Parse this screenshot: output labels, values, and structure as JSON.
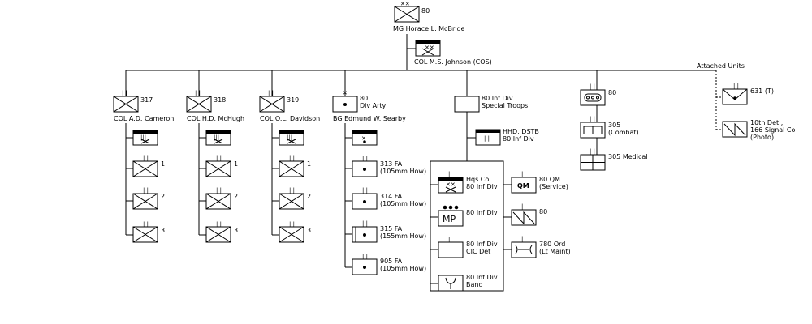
{
  "division": {
    "number": "80",
    "commander": "MG Horace L. McBride",
    "chief_of_staff": "COL M.S. Johnson (COS)"
  },
  "attached_label": "Attached Units",
  "regiments": [
    {
      "number": "317",
      "commander": "COL A.D. Cameron",
      "battalions": [
        "1",
        "2",
        "3"
      ]
    },
    {
      "number": "318",
      "commander": "COL H.D. McHugh",
      "battalions": [
        "1",
        "2",
        "3"
      ]
    },
    {
      "number": "319",
      "commander": "COL O.L. Davidson",
      "battalions": [
        "1",
        "2",
        "3"
      ]
    }
  ],
  "artillery": {
    "label_line1": "80",
    "label_line2": "Div Arty",
    "commander": "BG Edmund W. Searby",
    "battalions": [
      {
        "line1": "313 FA",
        "line2": "(105mm How)"
      },
      {
        "line1": "314 FA",
        "line2": "(105mm How)"
      },
      {
        "line1": "315 FA",
        "line2": "(155mm How)"
      },
      {
        "line1": "905 FA",
        "line2": "(105mm How)"
      }
    ]
  },
  "special_troops": {
    "line1": "80 Inf Div",
    "line2": "Special Troops",
    "hhd_line1": "HHD, DSTB",
    "hhd_line2": "80 Inf Div",
    "mp_symbol": "MP",
    "qm_symbol": "QM",
    "left_units": [
      {
        "line1": "Hqs Co",
        "line2": "80 Inf Div"
      },
      {
        "line1": "80 Inf Div",
        "line2": ""
      },
      {
        "line1": "80 Inf Div",
        "line2": "CIC Det"
      },
      {
        "line1": "80 Inf Div",
        "line2": "Band"
      }
    ],
    "right_units": [
      {
        "line1": "80 QM",
        "line2": "(Service)"
      },
      {
        "line1": "80",
        "line2": ""
      },
      {
        "line1": "780 Ord",
        "line2": "(Lt Maint)"
      }
    ]
  },
  "separate_battalions": [
    {
      "line1": "80",
      "line2": ""
    },
    {
      "line1": "305",
      "line2": "(Combat)"
    },
    {
      "line1": "305 Medical",
      "line2": ""
    }
  ],
  "attached_units": [
    {
      "line1": "631 (T)",
      "line2": "",
      "line3": ""
    },
    {
      "line1": "10th Det.,",
      "line2": "166 Signal Co",
      "line3": "(Photo)"
    }
  ]
}
